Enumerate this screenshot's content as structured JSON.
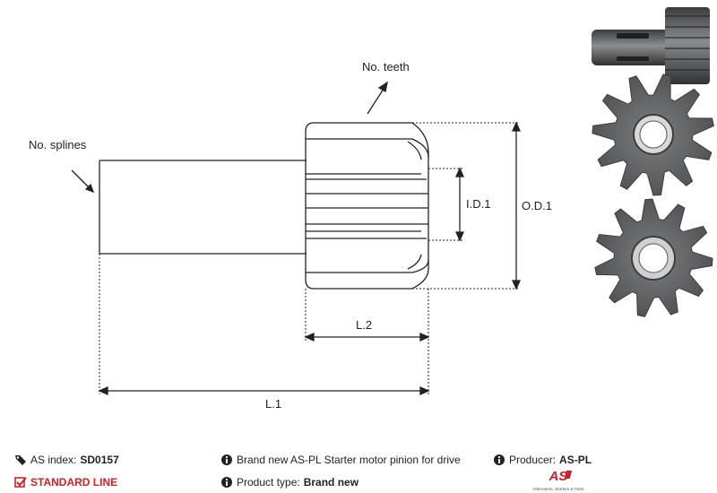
{
  "labels": {
    "no_teeth": "No. teeth",
    "no_splines": "No. splines",
    "id1": "I.D.1",
    "od1": "O.D.1",
    "l2": "L.2",
    "l1": "L.1"
  },
  "footer": {
    "as_index_label": "AS index:",
    "as_index_value": "SD0157",
    "standard_line": "STANDARD LINE",
    "description": "Brand new AS-PL Starter motor pinion for drive",
    "product_type_label": "Product type:",
    "product_type_value": "Brand new",
    "producer_label": "Producer:",
    "producer_value": "AS-PL"
  },
  "logo": {
    "mark": "AS",
    "tagline": "Alternators, Starters & Parts"
  },
  "colors": {
    "accent_red": "#d32027",
    "line": "#222222",
    "metal": "#5f6163"
  },
  "icons": {
    "tag": "tag-icon",
    "check": "checkbox-icon",
    "info": "info-icon"
  }
}
